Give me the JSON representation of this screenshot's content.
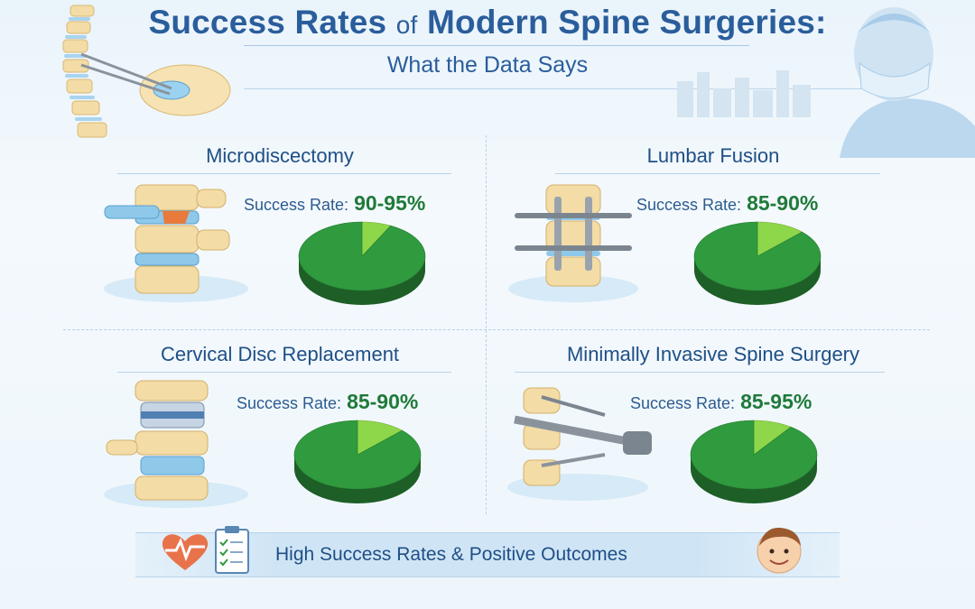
{
  "header": {
    "title_part1": "Success Rates",
    "title_of": "of",
    "title_part2": "Modern Spine Surgeries:",
    "subtitle": "What the Data Says"
  },
  "chart_data": [
    {
      "type": "pie",
      "title": "Microdiscectomy",
      "label": "Success Rate:",
      "value_text": "90-95%",
      "values": [
        92.5,
        7.5
      ],
      "colors": [
        "#2f9a3e",
        "#8ed64a"
      ]
    },
    {
      "type": "pie",
      "title": "Lumbar Fusion",
      "label": "Success Rate:",
      "value_text": "85-90%",
      "values": [
        87.5,
        12.5
      ],
      "colors": [
        "#2f9a3e",
        "#8ed64a"
      ]
    },
    {
      "type": "pie",
      "title": "Cervical Disc Replacement",
      "label": "Success Rate:",
      "value_text": "85-90%",
      "values": [
        87.5,
        12.5
      ],
      "colors": [
        "#2f9a3e",
        "#8ed64a"
      ]
    },
    {
      "type": "pie",
      "title": "Minimally Invasive Spine Surgery",
      "label": "Success Rate:",
      "value_text": "85-95%",
      "values": [
        90,
        10
      ],
      "colors": [
        "#2f9a3e",
        "#8ed64a"
      ]
    }
  ],
  "footer": {
    "text": "High Success Rates & Positive Outcomes",
    "icons": [
      "heart-pulse-icon",
      "clipboard-checklist-icon",
      "smiling-patient-icon"
    ]
  },
  "colors": {
    "accent": "#2a5d9b",
    "success_green": "#1f7a3a",
    "pie_main": "#2f9a3e",
    "pie_slice": "#8ed64a"
  }
}
